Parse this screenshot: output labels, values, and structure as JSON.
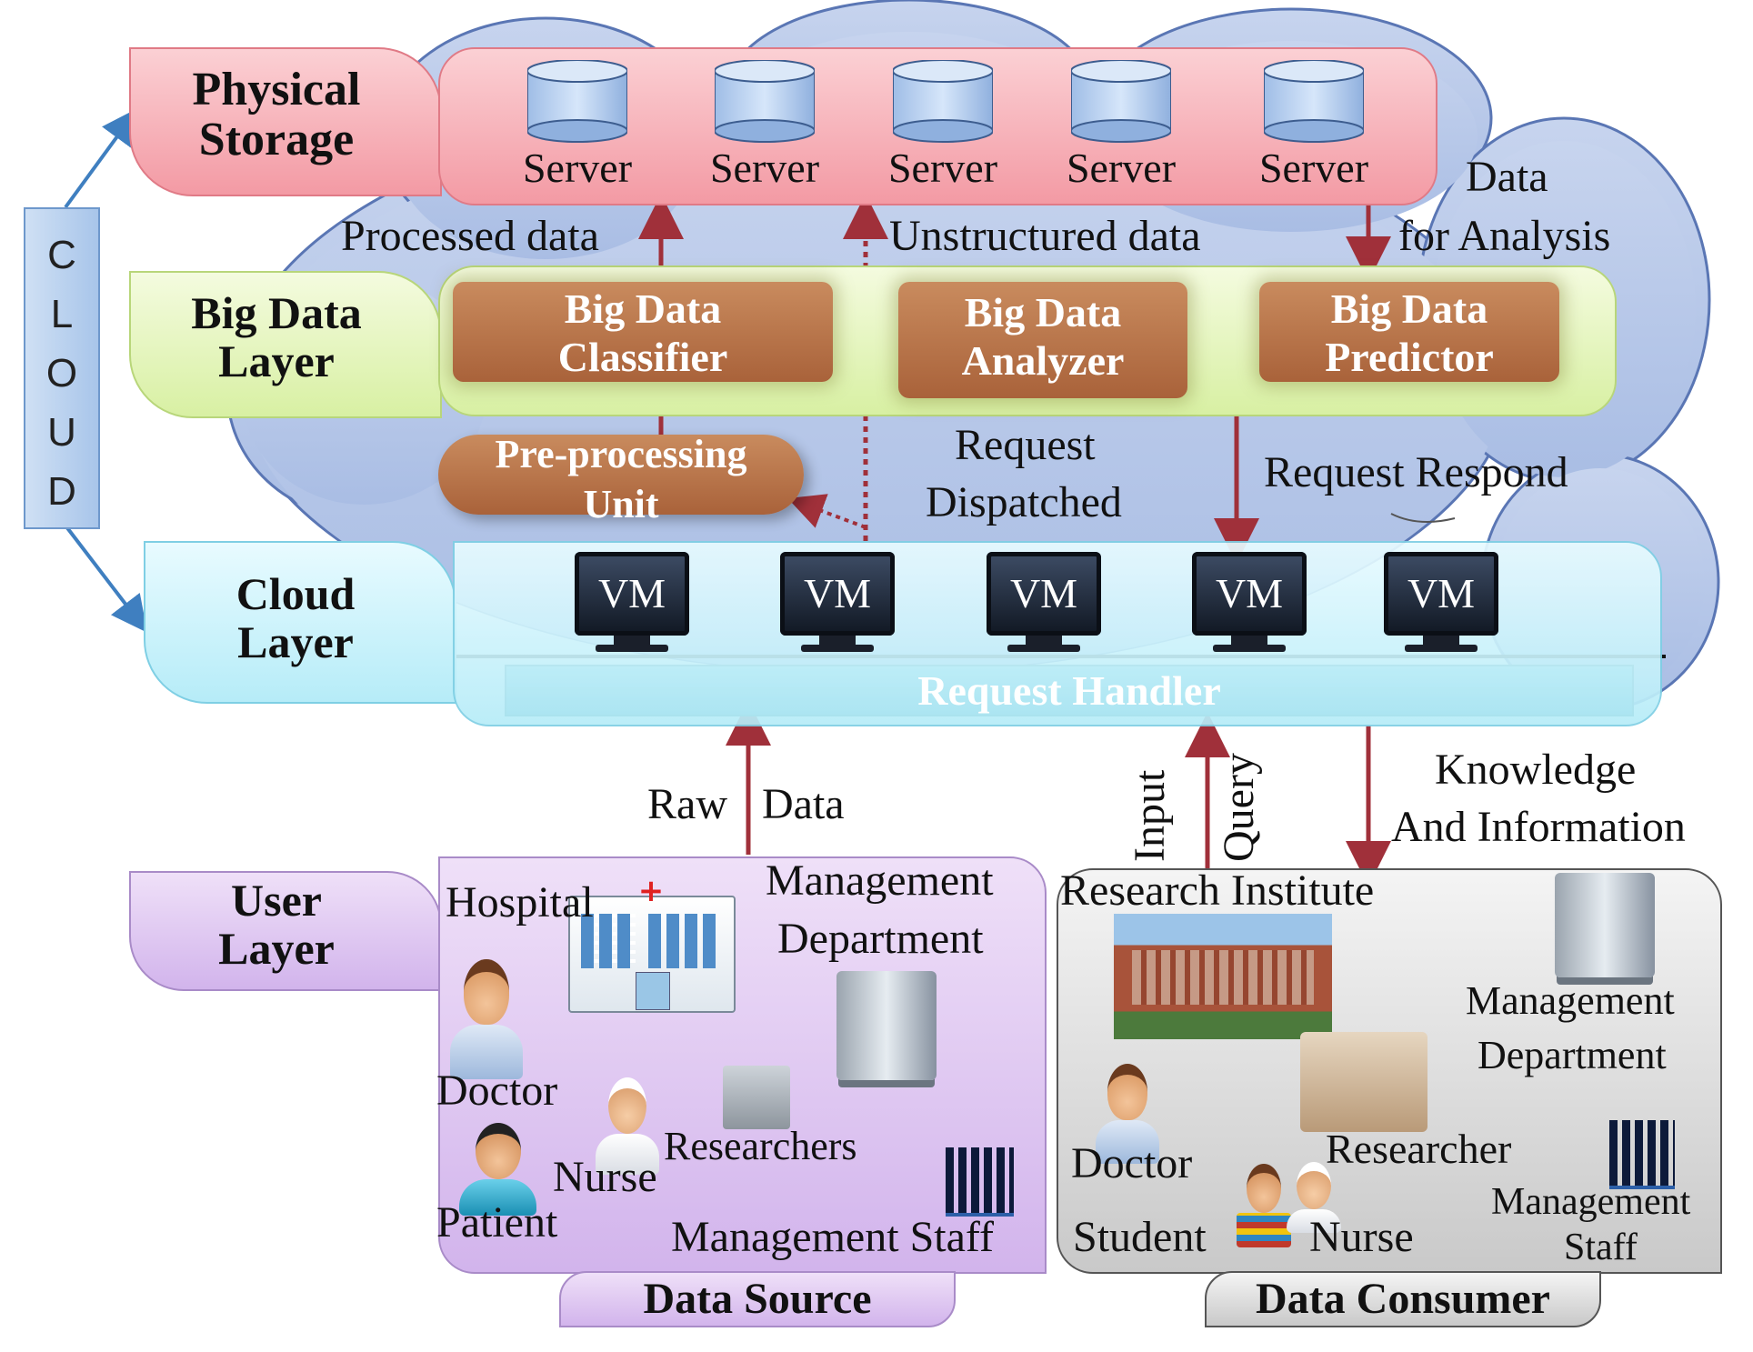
{
  "cloud_label": "CLOUD",
  "layers": {
    "physical_storage": "Physical Storage",
    "big_data": "Big Data Layer",
    "cloud": "Cloud Layer",
    "user": "User Layer"
  },
  "servers": [
    "Server",
    "Server",
    "Server",
    "Server",
    "Server"
  ],
  "big_data_units": {
    "classifier": "Big Data Classifier",
    "analyzer": "Big Data Analyzer",
    "predictor": "Big Data Predictor",
    "preprocessing": "Pre-processing Unit"
  },
  "flows": {
    "processed_data": "Processed data",
    "unstructured_data": "Unstructured data",
    "data_for_analysis_1": "Data",
    "data_for_analysis_2": "for Analysis",
    "request_dispatched_1": "Request",
    "request_dispatched_2": "Dispatched",
    "request_respond": "Request Respond",
    "raw_data_1": "Raw",
    "raw_data_2": "Data",
    "input": "Input",
    "query": "Query",
    "knowledge_1": "Knowledge",
    "knowledge_2": "And Information"
  },
  "vms": [
    "VM",
    "VM",
    "VM",
    "VM",
    "VM"
  ],
  "request_handler": "Request Handler",
  "data_source": {
    "title": "Data Source",
    "hospital": "Hospital",
    "management_1": "Management",
    "management_2": "Department",
    "doctor": "Doctor",
    "nurse": "Nurse",
    "researchers": "Researchers",
    "patient": "Patient",
    "management_staff": "Management Staff"
  },
  "data_consumer": {
    "title": "Data Consumer",
    "research_institute": "Research Institute",
    "management_1": "Management",
    "management_2": "Department",
    "doctor": "Doctor",
    "researcher": "Researcher",
    "student": "Student",
    "nurse": "Nurse",
    "management_staff_1": "Management",
    "management_staff_2": "Staff"
  },
  "colors": {
    "cloud": "#b9c8e8",
    "arrow": "#a0303a",
    "cloud_arrow": "#3f7fc0",
    "brown_box": "#b06a40"
  }
}
